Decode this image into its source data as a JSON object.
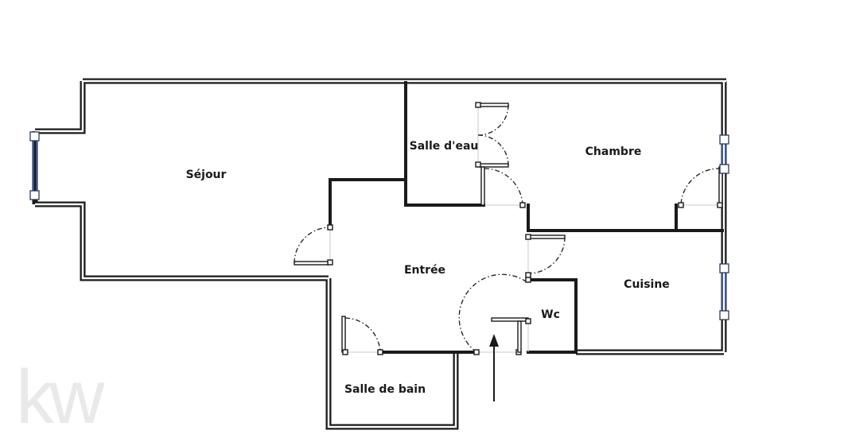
{
  "rooms": {
    "sejour": "Séjour",
    "salle_deau": "Salle d'eau",
    "chambre": "Chambre",
    "entree": "Entrée",
    "cuisine": "Cuisine",
    "wc": "Wc",
    "salle_de_bain": "Salle de bain"
  },
  "watermark": "kw",
  "entrance_marker": "arrow-up-icon"
}
